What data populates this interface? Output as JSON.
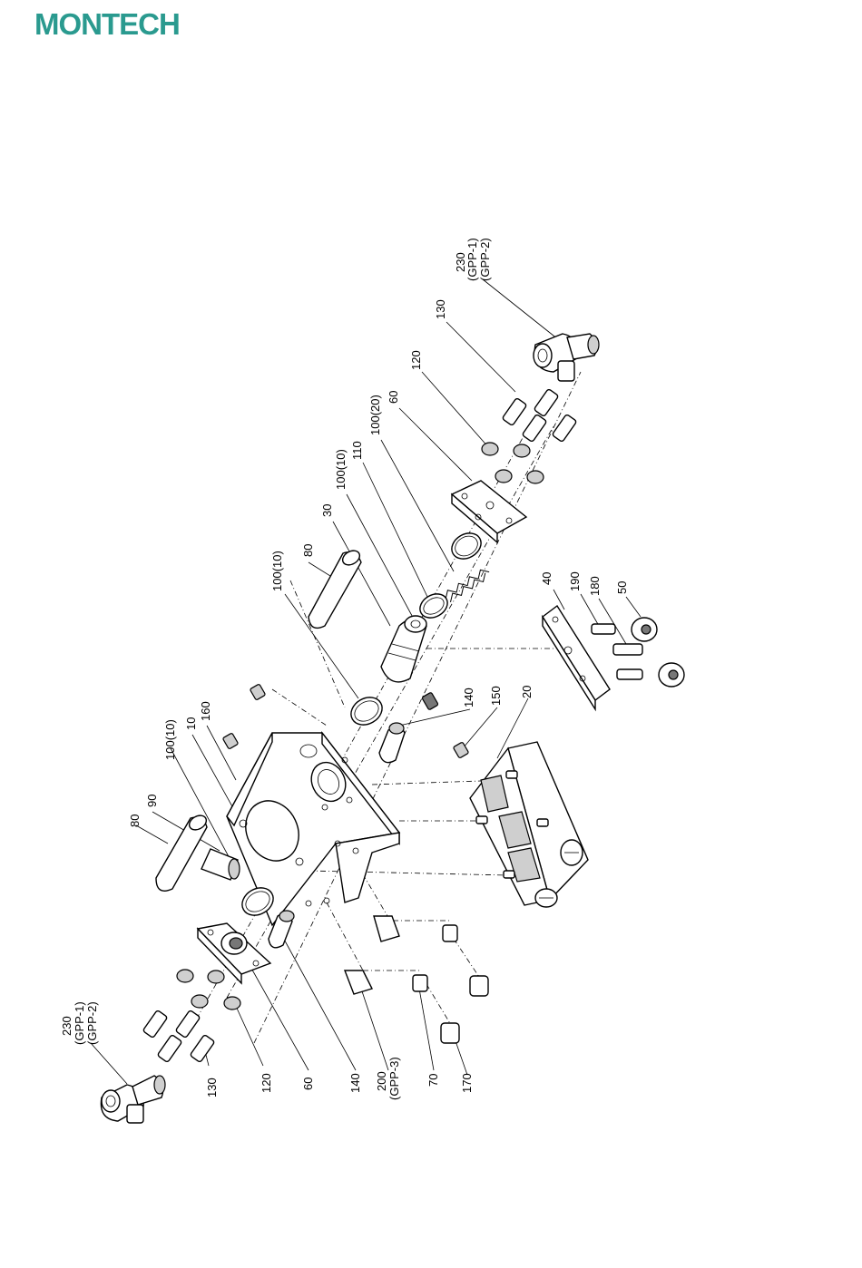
{
  "brand": {
    "name": "MONTECH",
    "color": "#2a9a8f"
  },
  "labels": [
    {
      "id": "l230a",
      "text": "230"
    },
    {
      "id": "l230a_g1",
      "text": "(GPP-1)"
    },
    {
      "id": "l230a_g2",
      "text": "(GPP-2)"
    },
    {
      "id": "l130a",
      "text": "130"
    },
    {
      "id": "l120a",
      "text": "120"
    },
    {
      "id": "l60a",
      "text": "60"
    },
    {
      "id": "l100_20",
      "text": "100(20)"
    },
    {
      "id": "l110",
      "text": "110"
    },
    {
      "id": "l100_10a",
      "text": "100(10)"
    },
    {
      "id": "l30",
      "text": "30"
    },
    {
      "id": "l80a",
      "text": "80"
    },
    {
      "id": "l100_10b",
      "text": "100(10)"
    },
    {
      "id": "l40",
      "text": "40"
    },
    {
      "id": "l190",
      "text": "190"
    },
    {
      "id": "l180",
      "text": "180"
    },
    {
      "id": "l50",
      "text": "50"
    },
    {
      "id": "l140a",
      "text": "140"
    },
    {
      "id": "l150",
      "text": "150"
    },
    {
      "id": "l20",
      "text": "20"
    },
    {
      "id": "l160",
      "text": "160"
    },
    {
      "id": "l10",
      "text": "10"
    },
    {
      "id": "l100_10c",
      "text": "100(10)"
    },
    {
      "id": "l90",
      "text": "90"
    },
    {
      "id": "l80b",
      "text": "80"
    },
    {
      "id": "l230b",
      "text": "230"
    },
    {
      "id": "l230b_g1",
      "text": "(GPP-1)"
    },
    {
      "id": "l230b_g2",
      "text": "(GPP-2)"
    },
    {
      "id": "l130b",
      "text": "130"
    },
    {
      "id": "l120b",
      "text": "120"
    },
    {
      "id": "l60b",
      "text": "60"
    },
    {
      "id": "l140b",
      "text": "140"
    },
    {
      "id": "l200",
      "text": "200"
    },
    {
      "id": "l200_g3",
      "text": "(GPP-3)"
    },
    {
      "id": "l70",
      "text": "70"
    },
    {
      "id": "l170",
      "text": "170"
    }
  ]
}
